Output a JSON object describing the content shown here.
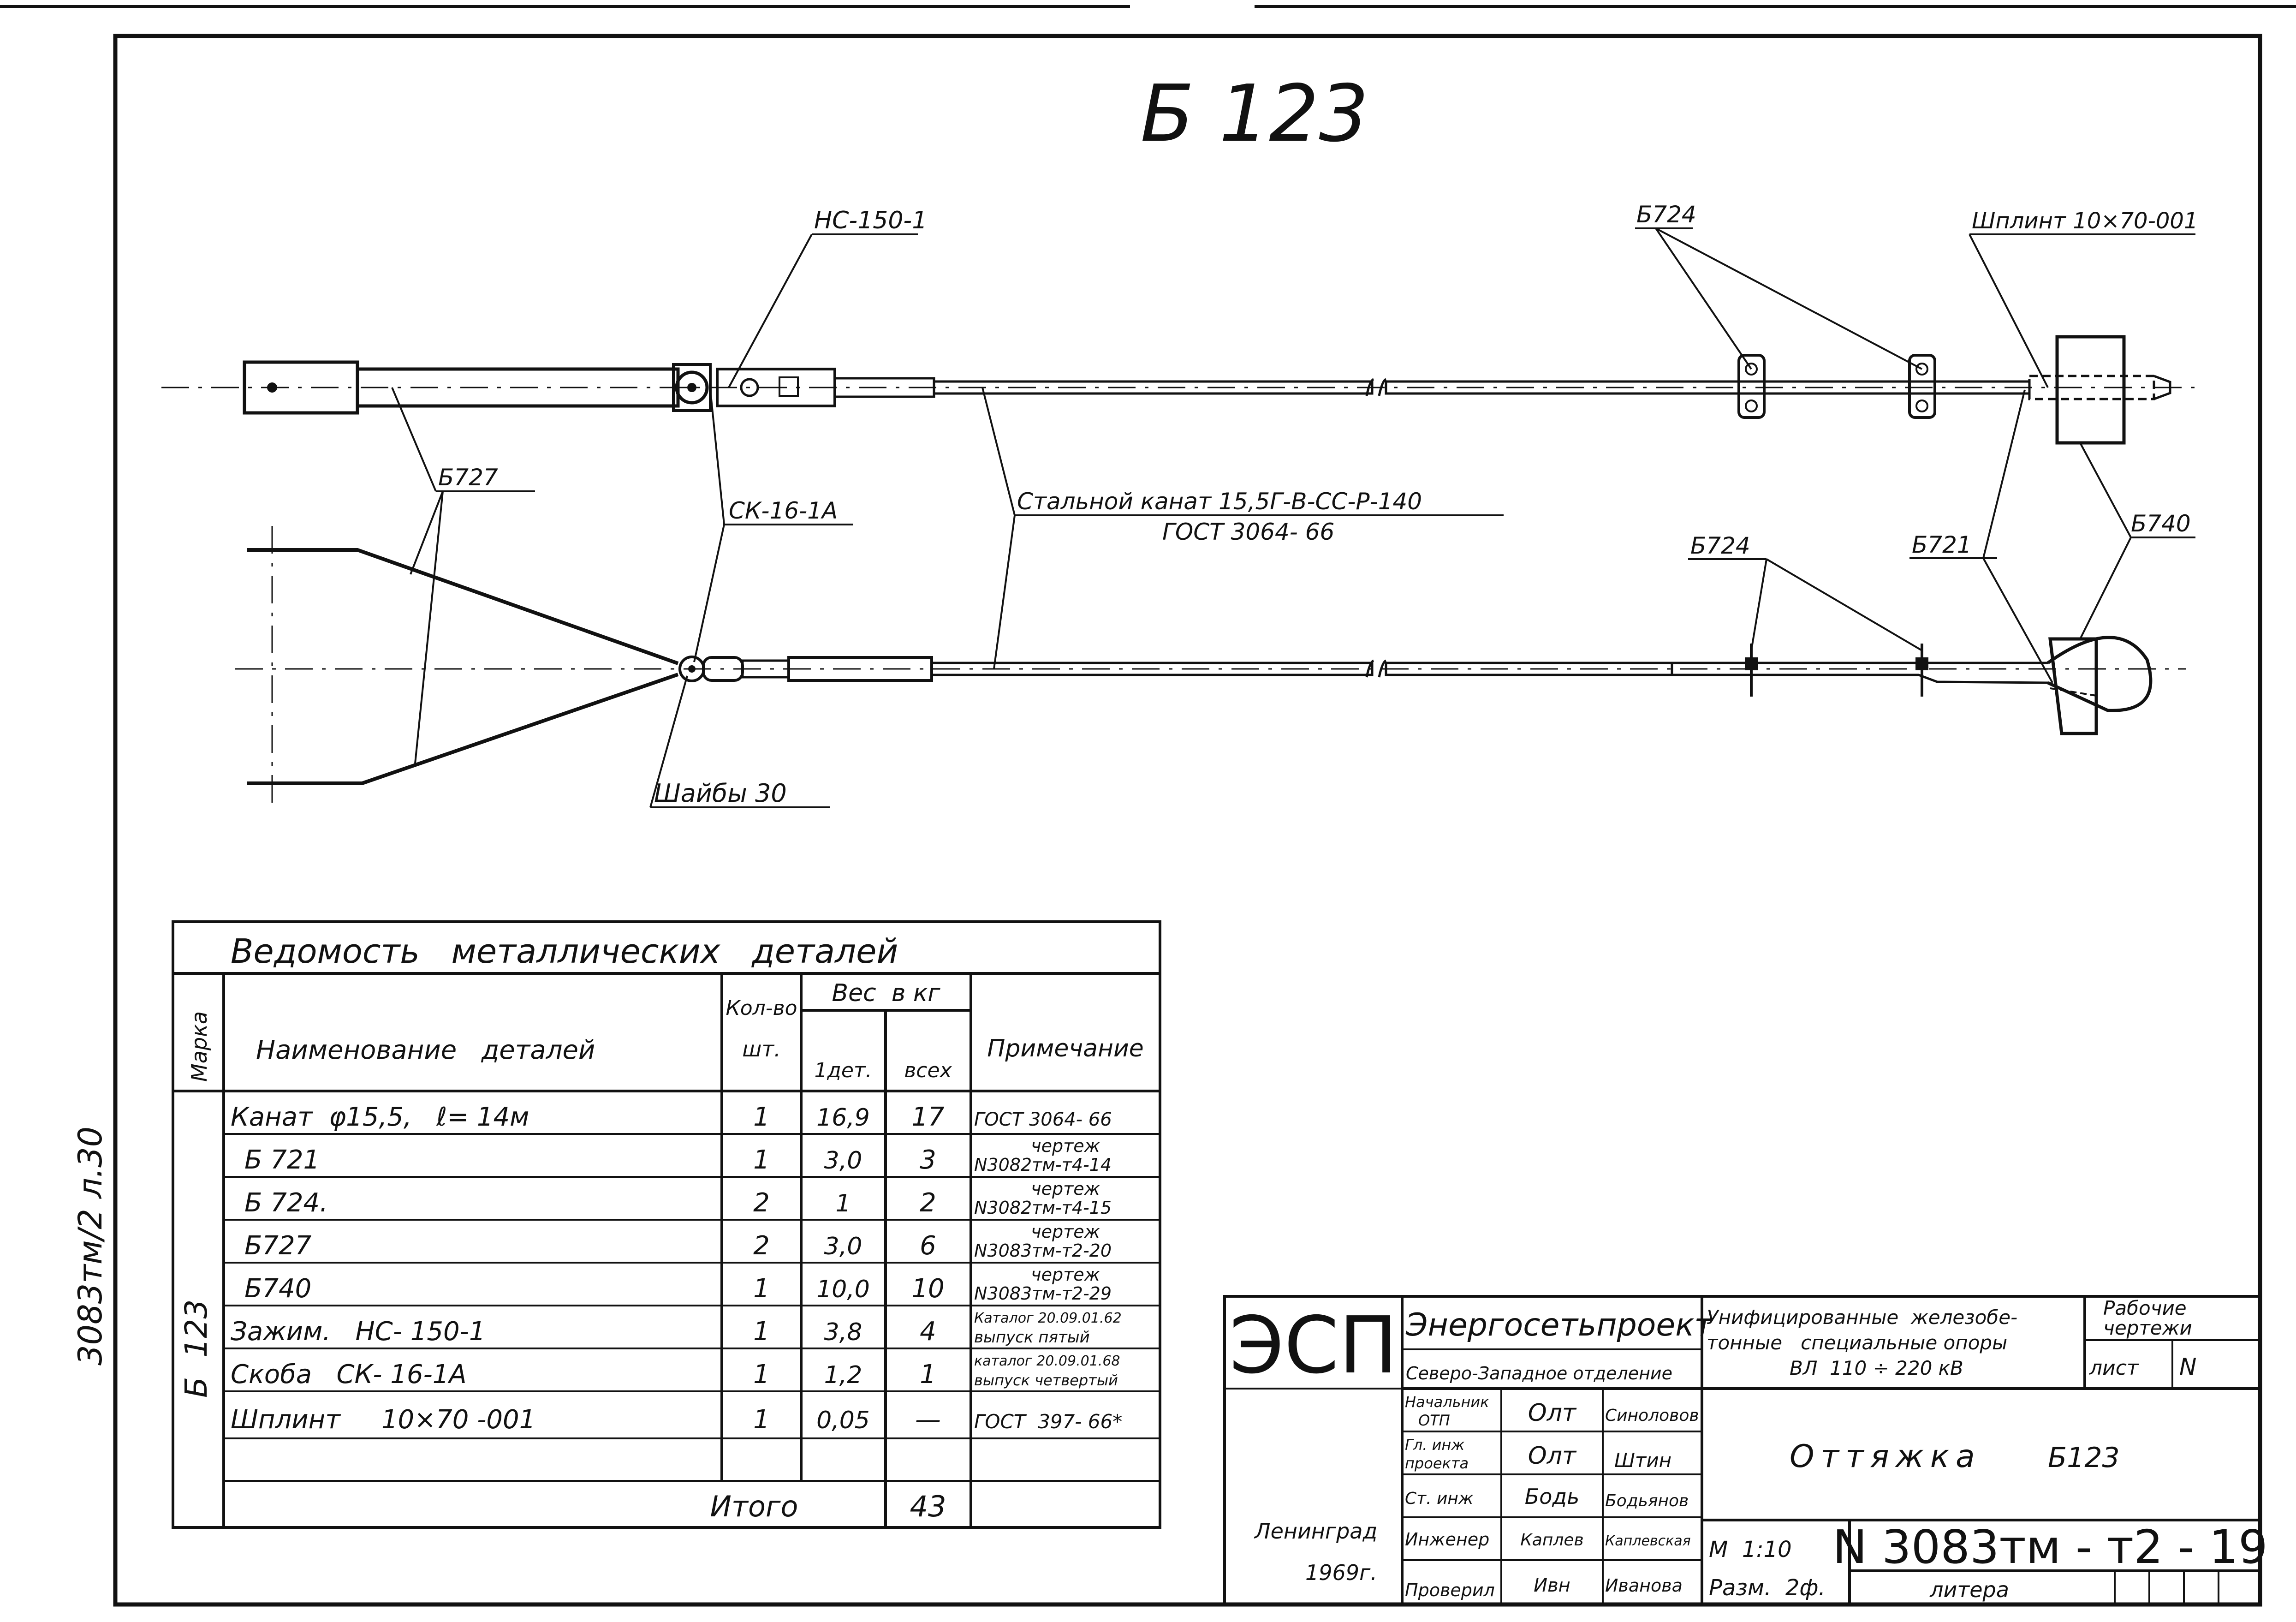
{
  "drawing_title": "Б 123",
  "callouts": {
    "hs": "НС-150-1",
    "b724_top": "Б724",
    "splint": "Шплинт 10×70-001",
    "b727": "Б727",
    "sk": "СК-16-1А",
    "rope_line1": "Стальной канат 15,5Г-В-СС-Р-140",
    "rope_line2": "ГОСТ  3064- 66",
    "b724_bottom": "Б724",
    "b721": "Б721",
    "b740": "Б740",
    "washers": "Шайбы 30"
  },
  "margin_note": "3083тм/2 л.30",
  "parts_table": {
    "title": "Ведомость   металлических   деталей",
    "headers": {
      "mark": "Марка",
      "name": "Наименование   деталей",
      "qty_line1": "Кол-во",
      "qty_line2": "шт.",
      "weight": "Вес  в кг",
      "weight_one": "1дет.",
      "weight_all": "всех",
      "note": "Примечание"
    },
    "group_mark": "Б  123",
    "rows": [
      {
        "name": "Канат  φ15,5,   ℓ= 14м",
        "qty": "1",
        "w1": "16,9",
        "wall": "17",
        "note1": "ГОСТ 3064- 66",
        "note2": ""
      },
      {
        "name": "Б 721",
        "qty": "1",
        "w1": "3,0",
        "wall": "3",
        "note1": "чертеж",
        "note2": "N3082тм-т4-14"
      },
      {
        "name": "Б 724.",
        "qty": "2",
        "w1": "1",
        "wall": "2",
        "note1": "чертеж",
        "note2": "N3082тм-т4-15"
      },
      {
        "name": "Б727",
        "qty": "2",
        "w1": "3,0",
        "wall": "6",
        "note1": "чертеж",
        "note2": "N3083тм-т2-20"
      },
      {
        "name": "Б740",
        "qty": "1",
        "w1": "10,0",
        "wall": "10",
        "note1": "чертеж",
        "note2": "N3083тм-т2-29"
      },
      {
        "name": "Зажим.   НС- 150-1",
        "qty": "1",
        "w1": "3,8",
        "wall": "4",
        "note1": "Каталог 20.09.01.62",
        "note2": "выпуск пятый"
      },
      {
        "name": "Скоба   СК- 16-1А",
        "qty": "1",
        "w1": "1,2",
        "wall": "1",
        "note1": "каталог 20.09.01.68",
        "note2": "выпуск четвертый"
      },
      {
        "name": "Шплинт     10×70 -001",
        "qty": "1",
        "w1": "0,05",
        "wall": "—",
        "note1": "ГОСТ  397- 66*",
        "note2": ""
      }
    ],
    "total_label": "Итого",
    "total_value": "43"
  },
  "title_block": {
    "logo": "ЭСП",
    "org_name": "Энергосетьпроект",
    "org_branch": "Северо-Западное отделение",
    "project_line1": "Унифицированные  железобе-",
    "project_line2": "тонные   специальные опоры",
    "project_line3": "ВЛ  110 ÷ 220 кВ",
    "stage_line1": "Рабочие",
    "stage_line2": "чертежи",
    "sheet_label": "лист",
    "sheet_value": "N",
    "signatures": [
      {
        "role1": "Начальник",
        "role2": "ОТП",
        "sign": "Олт",
        "name": "Синоловов"
      },
      {
        "role1": "Гл. инж",
        "role2": "проекта",
        "sign": "Олт",
        "name": "Штин"
      },
      {
        "role1": "Ст. инж",
        "role2": "",
        "sign": "Бодь",
        "name": "Бодьянов"
      },
      {
        "role1": "Инженер",
        "role2": "",
        "sign": "Каплев",
        "name": "Каплевская"
      },
      {
        "role1": "Проверил",
        "role2": "",
        "sign": "Ивн",
        "name": "Иванова"
      }
    ],
    "item_title": "Оттяжка",
    "item_mark": "Б123",
    "scale": "М  1:10",
    "size": "Разм.  2ф.",
    "drawing_number": "N 3083тм - т2 - 19",
    "litera": "литера",
    "city": "Ленинград",
    "year": "1969г."
  }
}
